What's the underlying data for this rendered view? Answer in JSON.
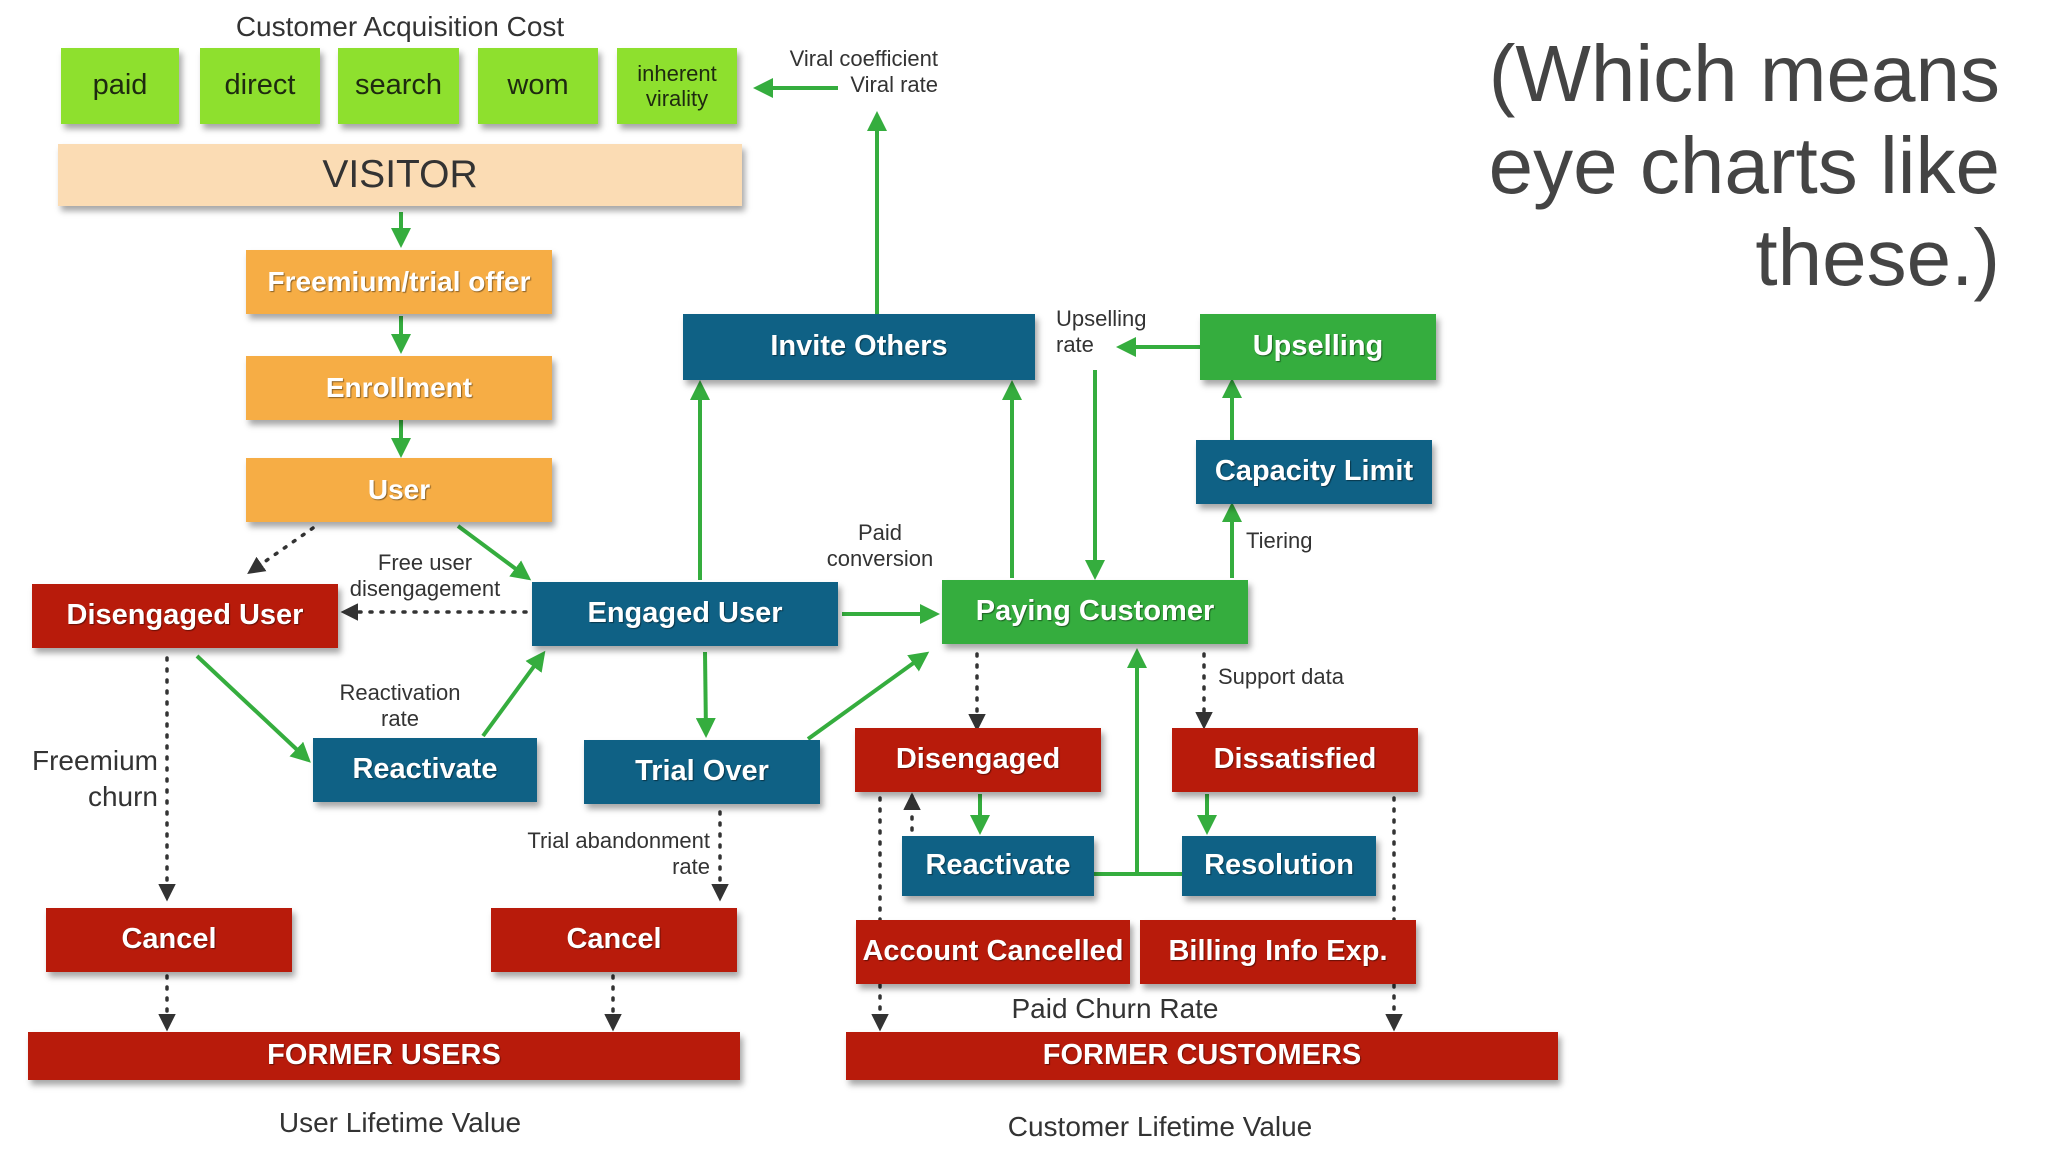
{
  "header": {
    "acquisition_label": "Customer Acquisition Cost",
    "headline": "(Which means eye charts like these.)"
  },
  "channels": [
    {
      "label": "paid"
    },
    {
      "label": "direct"
    },
    {
      "label": "search"
    },
    {
      "label": "wom"
    },
    {
      "label": "inherent virality"
    }
  ],
  "nodes": {
    "visitor": "VISITOR",
    "freemium_offer": "Freemium/trial offer",
    "enrollment": "Enrollment",
    "user": "User",
    "disengaged_user": "Disengaged User",
    "engaged_user": "Engaged User",
    "reactivate_left": "Reactivate",
    "trial_over": "Trial Over",
    "cancel_left": "Cancel",
    "cancel_mid": "Cancel",
    "former_users": "FORMER USERS",
    "invite_others": "Invite Others",
    "paying_customer": "Paying Customer",
    "upselling": "Upselling",
    "capacity_limit": "Capacity Limit",
    "disengaged": "Disengaged",
    "dissatisfied": "Dissatisfied",
    "reactivate_right": "Reactivate",
    "resolution": "Resolution",
    "account_cancelled": "Account Cancelled",
    "billing_info": "Billing Info Exp.",
    "former_customers": "FORMER CUSTOMERS"
  },
  "labels": {
    "viral_coefficient": "Viral coefficient",
    "viral_rate": "Viral rate",
    "free_user_disengagement_1": "Free user",
    "free_user_disengagement_2": "disengagement",
    "reactivation_rate_1": "Reactivation",
    "reactivation_rate_2": "rate",
    "freemium_churn_1": "Freemium",
    "freemium_churn_2": "churn",
    "trial_abandonment_1": "Trial abandonment",
    "trial_abandonment_2": "rate",
    "paid_conversion_1": "Paid",
    "paid_conversion_2": "conversion",
    "upselling_rate_1": "Upselling",
    "upselling_rate_2": "rate",
    "tiering": "Tiering",
    "support_data": "Support data",
    "paid_churn_rate": "Paid Churn Rate",
    "user_lifetime_value": "User Lifetime Value",
    "customer_lifetime_value": "Customer Lifetime Value"
  },
  "colors": {
    "lime": "#8ee02e",
    "peach": "#fbdcb4",
    "orange": "#f6ad45",
    "blue": "#0f6185",
    "green": "#35ad3e",
    "red": "#b81b0b",
    "arrow_green": "#35ad3e",
    "arrow_dotted": "#333333"
  }
}
